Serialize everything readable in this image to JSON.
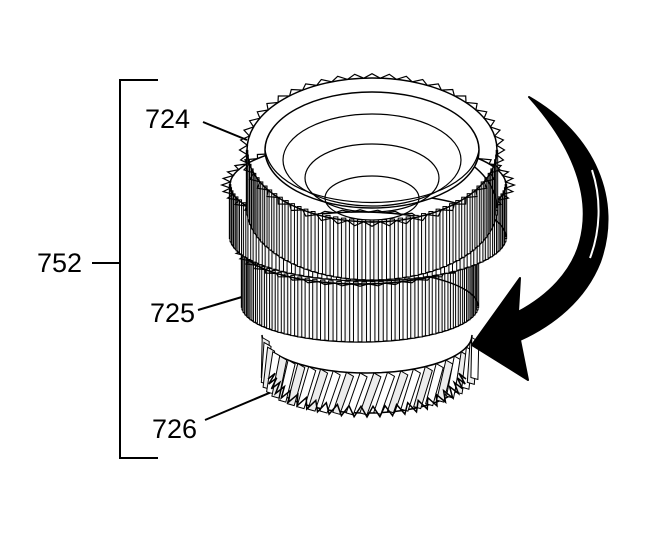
{
  "callouts": {
    "assembly": "752",
    "top_gear": "724",
    "middle_gear": "725",
    "bottom_gear": "726"
  },
  "colors": {
    "ink": "#000000",
    "paper": "#ffffff"
  },
  "gears": {
    "top_teeth": 48,
    "middle_teeth": 44,
    "helical_teeth": 24
  },
  "icons": {
    "rotation": "rotation-arrow-icon"
  }
}
